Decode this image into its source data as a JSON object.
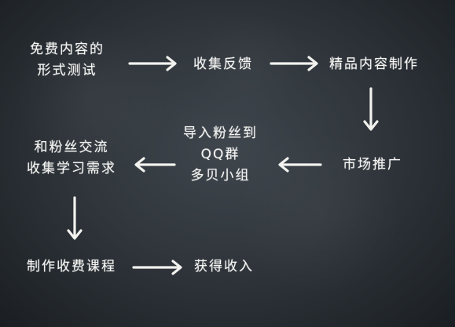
{
  "nodes": {
    "free_content_test": [
      "免费内容的",
      "形式测试"
    ],
    "collect_feedback": "收集反馈",
    "premium_content": "精品内容制作",
    "market_promotion": "市场推广",
    "import_fans": [
      "导入粉丝到",
      "QQ群",
      "多贝小组"
    ],
    "fan_exchange": [
      "和粉丝交流",
      "收集学习需求"
    ],
    "paid_courses": "制作收费课程",
    "earn_income": "获得收入"
  },
  "arrows": [
    {
      "from": "free_content_test",
      "to": "collect_feedback",
      "direction": "right"
    },
    {
      "from": "collect_feedback",
      "to": "premium_content",
      "direction": "right"
    },
    {
      "from": "premium_content",
      "to": "market_promotion",
      "direction": "down"
    },
    {
      "from": "market_promotion",
      "to": "import_fans",
      "direction": "left"
    },
    {
      "from": "import_fans",
      "to": "fan_exchange",
      "direction": "left"
    },
    {
      "from": "fan_exchange",
      "to": "paid_courses",
      "direction": "down"
    },
    {
      "from": "paid_courses",
      "to": "earn_income",
      "direction": "right"
    }
  ],
  "colors": {
    "chalk": "#f2f2ef",
    "board": "#30363c"
  }
}
